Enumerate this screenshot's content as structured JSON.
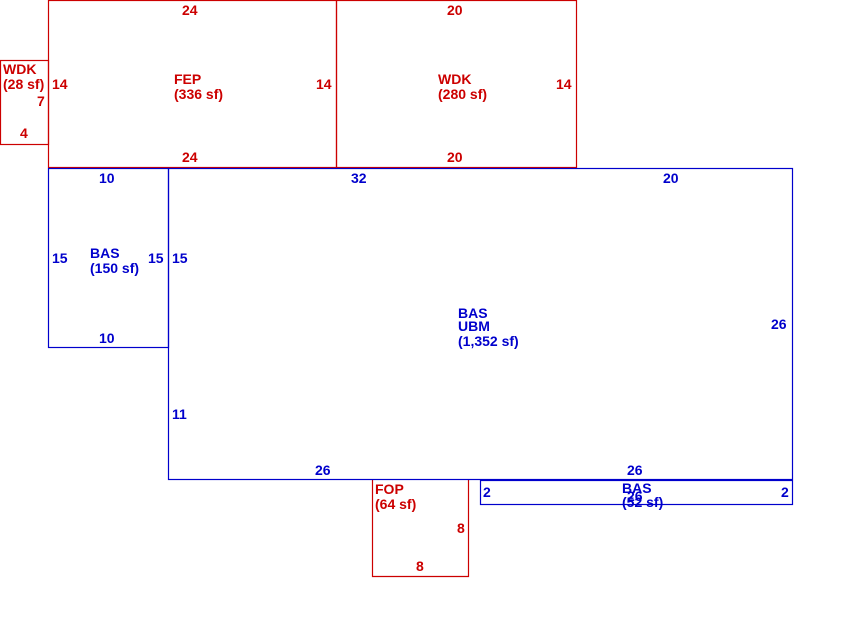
{
  "colors": {
    "red": "#cc0000",
    "blue": "#0000cc",
    "background": "#ffffff"
  },
  "areas": {
    "wdk_small": {
      "code": "WDK",
      "area": "(28 sf)",
      "dims": {
        "right": "14",
        "inner": "7",
        "bottom": "4"
      }
    },
    "fep": {
      "code": "FEP",
      "area": "(336 sf)",
      "dims": {
        "top": "24",
        "left": "14",
        "right": "14",
        "bottom": "24"
      }
    },
    "wdk_large": {
      "code": "WDK",
      "area": "(280 sf)",
      "dims": {
        "top": "20",
        "right": "14",
        "bottom": "20"
      }
    },
    "bas_left": {
      "code": "BAS",
      "area": "(150 sf)",
      "dims": {
        "top": "10",
        "left": "15",
        "right": "15",
        "bottom": "10"
      }
    },
    "bas_main": {
      "code": "BAS",
      "sub": "UBM",
      "area": "(1,352 sf)",
      "dims": {
        "top_left": "32",
        "top_right": "20",
        "left": "15",
        "left_lower": "11",
        "right": "26",
        "bottom_left": "26",
        "bottom_right": "26"
      }
    },
    "bas_strip": {
      "code": "BAS",
      "area": "(52 sf)",
      "dims": {
        "left": "2",
        "right": "2",
        "overlap": "26"
      }
    },
    "fop": {
      "code": "FOP",
      "area": "(64 sf)",
      "dims": {
        "right": "8",
        "bottom": "8"
      }
    }
  }
}
